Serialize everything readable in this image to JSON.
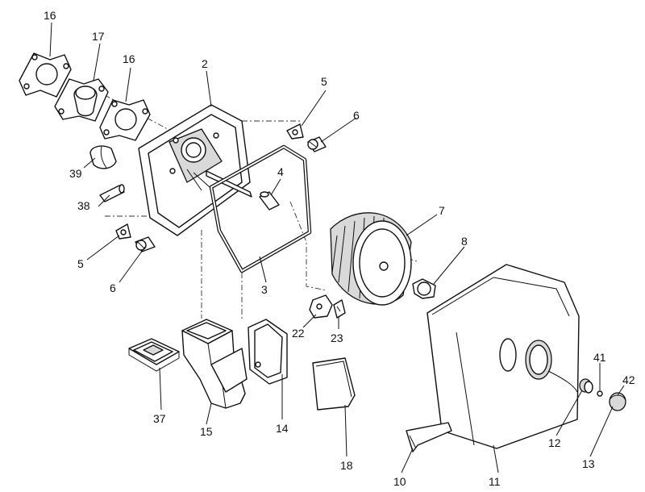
{
  "callouts": {
    "c16a": "16",
    "c17": "17",
    "c16b": "16",
    "c2": "2",
    "c5a": "5",
    "c6a": "6",
    "c39": "39",
    "c4": "4",
    "c38": "38",
    "c7": "7",
    "c5b": "5",
    "c8": "8",
    "c6b": "6",
    "c3": "3",
    "c22": "22",
    "c23": "23",
    "c41": "41",
    "c42": "42",
    "c37": "37",
    "c15": "15",
    "c14": "14",
    "c18": "18",
    "c12": "12",
    "c13": "13",
    "c10": "10",
    "c11": "11"
  },
  "colors": {
    "line": "#111111",
    "shade": "#d9d9d9",
    "background": "#ffffff"
  }
}
